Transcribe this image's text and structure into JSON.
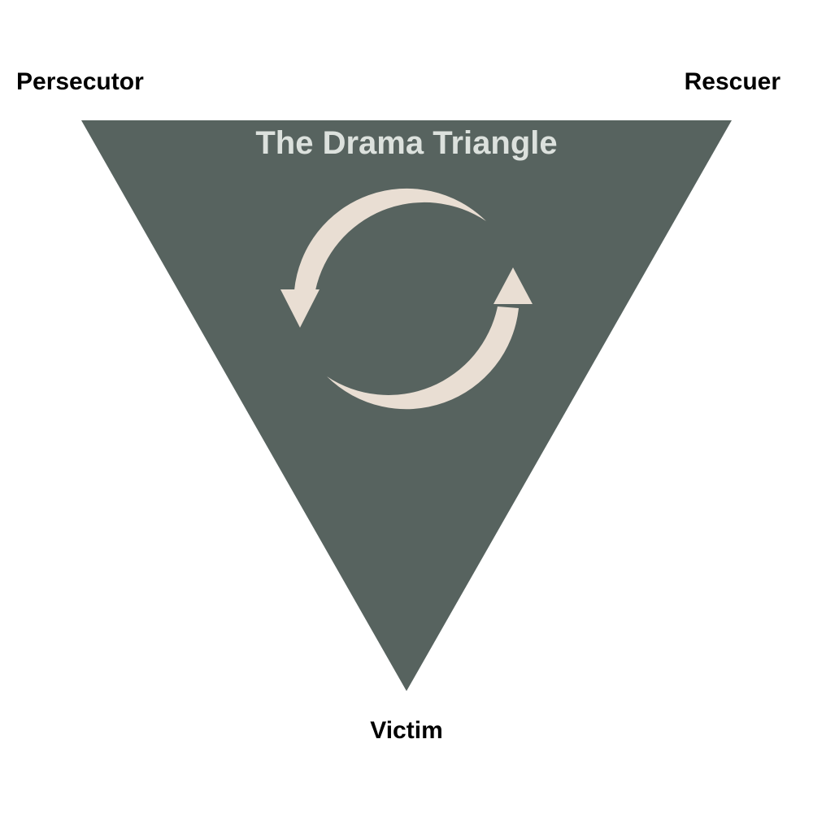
{
  "diagram": {
    "title": "The Drama Triangle",
    "roles": {
      "top_left": "Persecutor",
      "top_right": "Rescuer",
      "bottom": "Victim"
    },
    "icon": "cycle-arrows-icon",
    "colors": {
      "background": "#FFFFFF",
      "triangle": "#57635F",
      "title_text": "#DCE1DD",
      "arrows": "#E9DED3",
      "role_labels": "#000000"
    }
  }
}
